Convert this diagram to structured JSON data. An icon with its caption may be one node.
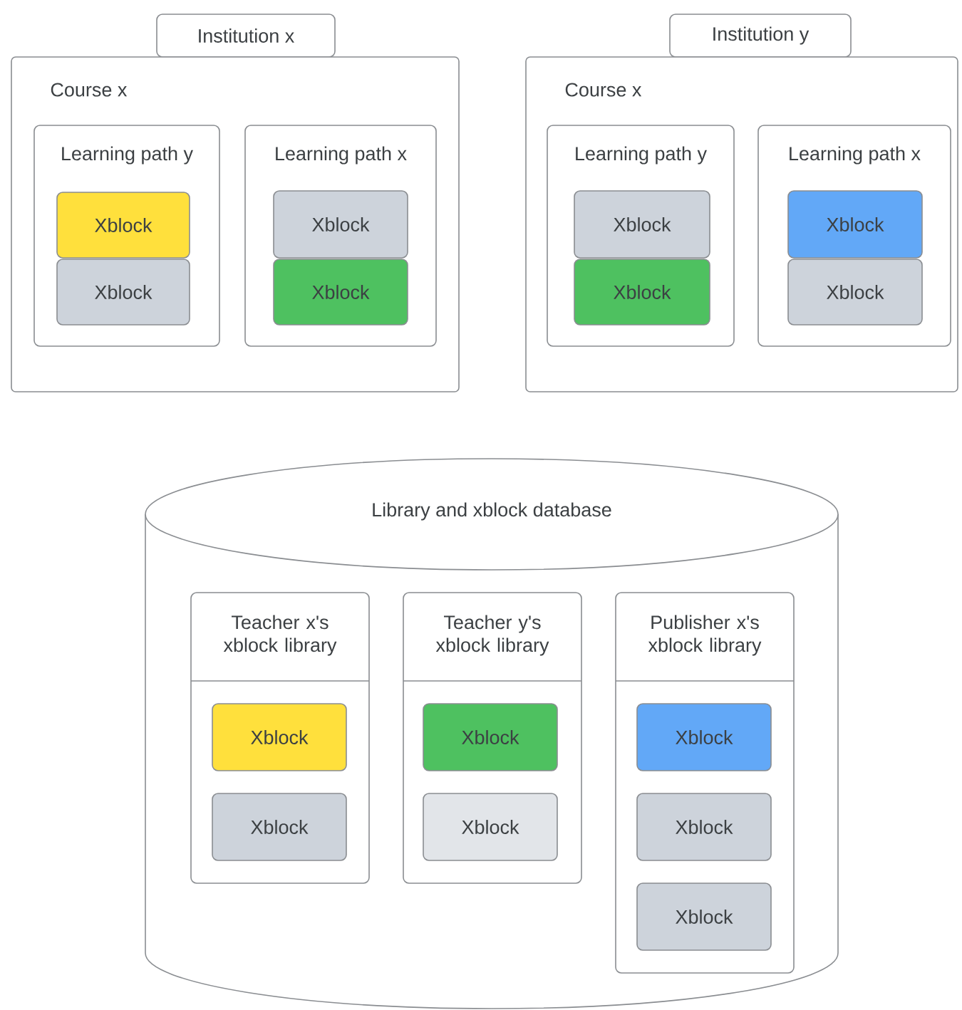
{
  "diagram": {
    "nodes": [
      {
        "text": [
          "Institution x"
        ]
      },
      {
        "text": [
          "Course x"
        ]
      },
      {
        "text": [
          "Learning path y"
        ],
        "in": 1
      },
      {
        "text": [
          "Xblock"
        ],
        "in": 2
      },
      {
        "text": [
          "Xblock"
        ],
        "in": 2
      },
      {
        "text": [
          "Learning path x"
        ],
        "in": 1
      },
      {
        "text": [
          "Xblock"
        ],
        "in": 5
      },
      {
        "text": [
          "Xblock"
        ],
        "in": 5
      },
      {
        "text": [
          "Institution y"
        ]
      },
      {
        "text": [
          "Course x"
        ]
      },
      {
        "text": [
          "Learning path y"
        ],
        "in": 9
      },
      {
        "text": [
          "Xblock"
        ],
        "in": 10
      },
      {
        "text": [
          "Xblock"
        ],
        "in": 10
      },
      {
        "text": [
          "Learning path x"
        ],
        "in": 9
      },
      {
        "text": [
          "Xblock"
        ],
        "in": 13
      },
      {
        "text": [
          "Xblock"
        ],
        "in": 13
      },
      {
        "text": [
          "Library and xblock database"
        ]
      },
      {
        "text": [
          "Teacher x's xblock library"
        ],
        "in": 16
      },
      {
        "text": [
          "Xblock"
        ],
        "in": 17
      },
      {
        "text": [
          "Xblock"
        ],
        "in": 17
      },
      {
        "text": [
          "Teacher y's xblock library"
        ],
        "in": 16
      },
      {
        "text": [
          "Xblock"
        ],
        "in": 20
      },
      {
        "text": [
          "Xblock"
        ],
        "in": 20
      },
      {
        "text": [
          "Publisher x's xblock library"
        ],
        "in": 16
      },
      {
        "text": [
          "Xblock"
        ],
        "in": 23
      },
      {
        "text": [
          "Xblock"
        ],
        "in": 23
      },
      {
        "text": [
          "Xblock"
        ],
        "in": 23
      }
    ]
  }
}
